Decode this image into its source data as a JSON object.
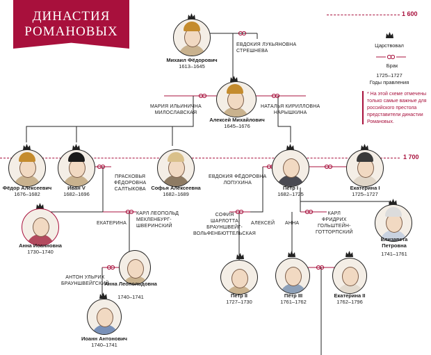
{
  "title": {
    "line1": "ДИНАСТИЯ",
    "line2": "РОМАНОВЫХ"
  },
  "centuries": {
    "c1600": "1 600",
    "c1700": "1 700"
  },
  "legend": {
    "reign_label": "Царствовал",
    "marriage_label": "Брак",
    "years_example": "1725–1727",
    "years_label": "Годы правления",
    "note": "* На этой схеме отмечены только самые важные для российского престола представители династии Романовых."
  },
  "people": {
    "mikhail": {
      "name": "Михаил Фёдорович",
      "years": "1613–1645"
    },
    "alexei": {
      "name": "Алексей Михайлович",
      "years": "1645–1676"
    },
    "fyodor": {
      "name": "Фёдор Алексеевич",
      "years": "1676–1682"
    },
    "ivan5": {
      "name": "Иван V",
      "years": "1682–1696"
    },
    "sofia": {
      "name": "Софья Алексеевна",
      "years": "1682–1689"
    },
    "peter1": {
      "name": "Пётр I",
      "years": "1682–1725"
    },
    "ekaterina1": {
      "name": "Екатерина I",
      "years": "1725–1727"
    },
    "anna_ioannovna": {
      "name": "Анна Иоанновна",
      "years": "1730–1740"
    },
    "elizaveta": {
      "name": "Елизавета Петровна",
      "years": "1741–1761"
    },
    "anna_leopoldovna": {
      "name": "Анна Леопольдовна",
      "years": "1740–1741"
    },
    "peter2": {
      "name": "Пётр II",
      "years": "1727–1730"
    },
    "peter3": {
      "name": "Пётр III",
      "years": "1761–1762"
    },
    "ekaterina2": {
      "name": "Екатерина II",
      "years": "1762–1796"
    },
    "ioann": {
      "name": "Иоанн Антонович",
      "years": "1740–1741"
    }
  },
  "spouses": {
    "streshneva": "Евдокия Лукьяновна\nСтрешнева",
    "miloslavskaya": "Мария Ильинична\nМилославская",
    "naryshkina": "Наталья Кирилловна\nНарышкина",
    "saltykova": "Прасковья\nФёдоровна\nСалтыкова",
    "lopukhina": "Евдокия Фёдоровна\nЛопухина",
    "ekaterina": "Екатерина",
    "karl_leopold": "Карл Леопольд\nМекленбург-\nШверинский",
    "sofia_charlotte": "София\nШарлотта\nБрауншвейг-\nВольфенбюттельская",
    "alexei": "Алексей",
    "anna": "Анна",
    "karl_friedrich": "Карл\nФридрих\nГольштейн-\nГотторпский",
    "anton_ulrich": "Антон Ульрих\nБрауншвейгский"
  }
}
